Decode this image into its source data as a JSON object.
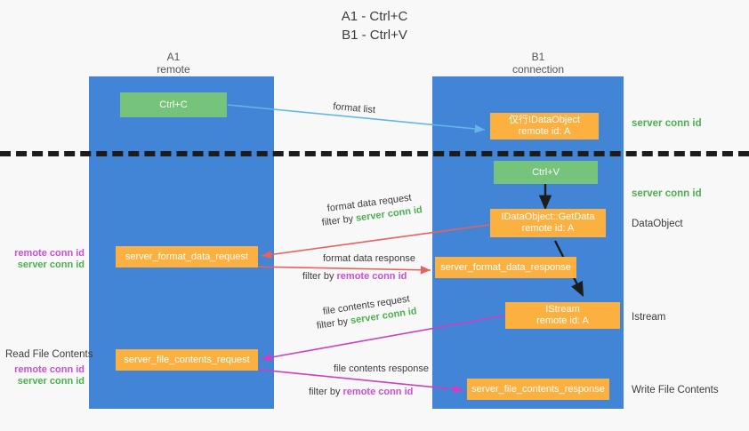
{
  "title": {
    "line1": "A1 - Ctrl+C",
    "line2": "B1 - Ctrl+V"
  },
  "lanes": [
    {
      "name": "A1",
      "sub": "remote",
      "header": "A1\nremote"
    },
    {
      "name": "B1",
      "sub": "connection",
      "header": "B1\nconnection"
    }
  ],
  "nodes": {
    "ctrl_c": {
      "l1": "Ctrl+C",
      "l2": "",
      "color": "#76c47c"
    },
    "idataobject": {
      "l1": "仅行IDataObject",
      "l2": "remote id: A",
      "color": "#fbb040"
    },
    "ctrl_v": {
      "l1": "Ctrl+V",
      "l2": "",
      "color": "#76c47c"
    },
    "getdata": {
      "l1": "IDataObject::GetData",
      "l2": "remote id: A",
      "color": "#fbb040"
    },
    "format_data_request": {
      "l1": "server_format_data_request",
      "l2": "",
      "color": "#fbb040"
    },
    "format_data_response": {
      "l1": "server_format_data_response",
      "l2": "",
      "color": "#fbb040"
    },
    "istream": {
      "l1": "IStream",
      "l2": "remote id: A",
      "color": "#fbb040"
    },
    "file_contents_request": {
      "l1": "server_file_contents_request",
      "l2": "",
      "color": "#fbb040"
    },
    "file_contents_response": {
      "l1": "server_file_contents_response",
      "l2": "",
      "color": "#fbb040"
    }
  },
  "right_labels": {
    "server_conn_id_top": "server conn id",
    "server_conn_id_mid": "server conn id",
    "dataobject": "DataObject",
    "istream": "Istream",
    "write_file_contents": "Write File Contents"
  },
  "left_labels": {
    "remote_conn_id_1": "remote conn id",
    "server_conn_id_1": "server conn id",
    "read_file_contents": "Read File Contents",
    "remote_conn_id_2": "remote conn id",
    "server_conn_id_2": "server conn id"
  },
  "annotations": {
    "format_list": "format list",
    "format_data_request": "format data request",
    "filter_by": "filter by ",
    "filter_server_conn_id": "server conn id",
    "filter_remote_conn_id": "remote conn id",
    "format_data_response": "format data response",
    "file_contents_request": "file contents request",
    "file_contents_response": "file contents response"
  },
  "colors": {
    "lane": "#4285d6",
    "green_node": "#76c47c",
    "orange_node": "#fbb040",
    "server_conn": "#4caf50",
    "remote_conn": "#c94fd4",
    "red_arrow": "#e8615f",
    "magenta_arrow": "#cc3fc1",
    "blue_arrow": "#64b5e8",
    "black_arrow": "#1c1c1c"
  }
}
